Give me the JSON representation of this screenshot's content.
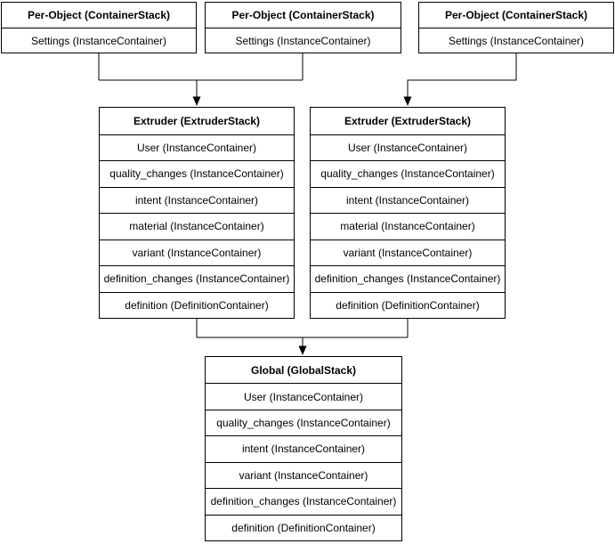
{
  "diagram": {
    "colors": {
      "line": "#000000",
      "box_fill": "#ffffff",
      "text": "#000000",
      "background": "#ffffff"
    },
    "boxes": [
      {
        "name": "per-object-1",
        "title": "Per-Object (ContainerStack)",
        "rows": [
          "Settings (InstanceContainer)"
        ]
      },
      {
        "name": "per-object-2",
        "title": "Per-Object (ContainerStack)",
        "rows": [
          "Settings (InstanceContainer)"
        ]
      },
      {
        "name": "per-object-3",
        "title": "Per-Object (ContainerStack)",
        "rows": [
          "Settings (InstanceContainer)"
        ]
      },
      {
        "name": "extruder-1",
        "title": "Extruder (ExtruderStack)",
        "rows": [
          "User (InstanceContainer)",
          "quality_changes (InstanceContainer)",
          "intent (InstanceContainer)",
          "material (InstanceContainer)",
          "variant (InstanceContainer)",
          "definition_changes (InstanceContainer)",
          "definition (DefinitionContainer)"
        ]
      },
      {
        "name": "extruder-2",
        "title": "Extruder (ExtruderStack)",
        "rows": [
          "User (InstanceContainer)",
          "quality_changes (InstanceContainer)",
          "intent (InstanceContainer)",
          "material (InstanceContainer)",
          "variant (InstanceContainer)",
          "definition_changes (InstanceContainer)",
          "definition (DefinitionContainer)"
        ]
      },
      {
        "name": "global",
        "title": "Global (GlobalStack)",
        "rows": [
          "User (InstanceContainer)",
          "quality_changes (InstanceContainer)",
          "intent (InstanceContainer)",
          "variant (InstanceContainer)",
          "definition_changes (InstanceContainer)",
          "definition (DefinitionContainer)"
        ]
      }
    ],
    "connections": [
      {
        "from": "per-object-1",
        "to": "extruder-1"
      },
      {
        "from": "per-object-2",
        "to": "extruder-1"
      },
      {
        "from": "per-object-3",
        "to": "extruder-2"
      },
      {
        "from": "extruder-1",
        "to": "global"
      },
      {
        "from": "extruder-2",
        "to": "global"
      }
    ]
  }
}
